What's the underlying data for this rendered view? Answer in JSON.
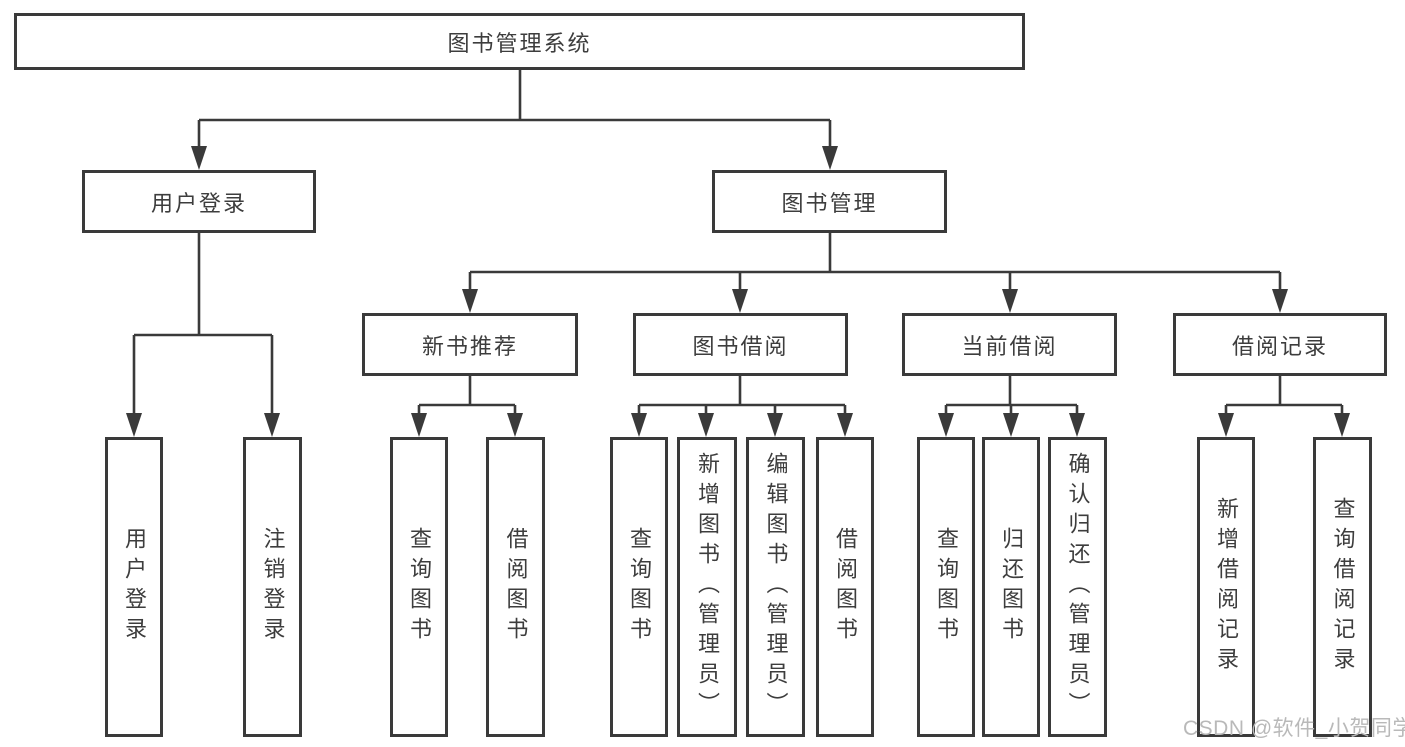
{
  "diagram": {
    "title": "图书管理系统",
    "branches": [
      {
        "label": "用户登录",
        "children": [
          "用户登录",
          "注销登录"
        ]
      },
      {
        "label": "图书管理",
        "modules": [
          {
            "label": "新书推荐",
            "children": [
              "查询图书",
              "借阅图书"
            ]
          },
          {
            "label": "图书借阅",
            "children": [
              "查询图书",
              "新增图书（管理员）",
              "编辑图书（管理员）",
              "借阅图书"
            ]
          },
          {
            "label": "当前借阅",
            "children": [
              "查询图书",
              "归还图书",
              "确认归还（管理员）"
            ]
          },
          {
            "label": "借阅记录",
            "children": [
              "新增借阅记录",
              "查询借阅记录"
            ]
          }
        ]
      }
    ]
  },
  "watermark": "CSDN @软件_小贺同学",
  "colors": {
    "line": "#3a3a3a",
    "box_border": "#3a3a3a",
    "text": "#3d3d3d",
    "background": "#ffffff",
    "watermark": "#b9b9b9"
  }
}
